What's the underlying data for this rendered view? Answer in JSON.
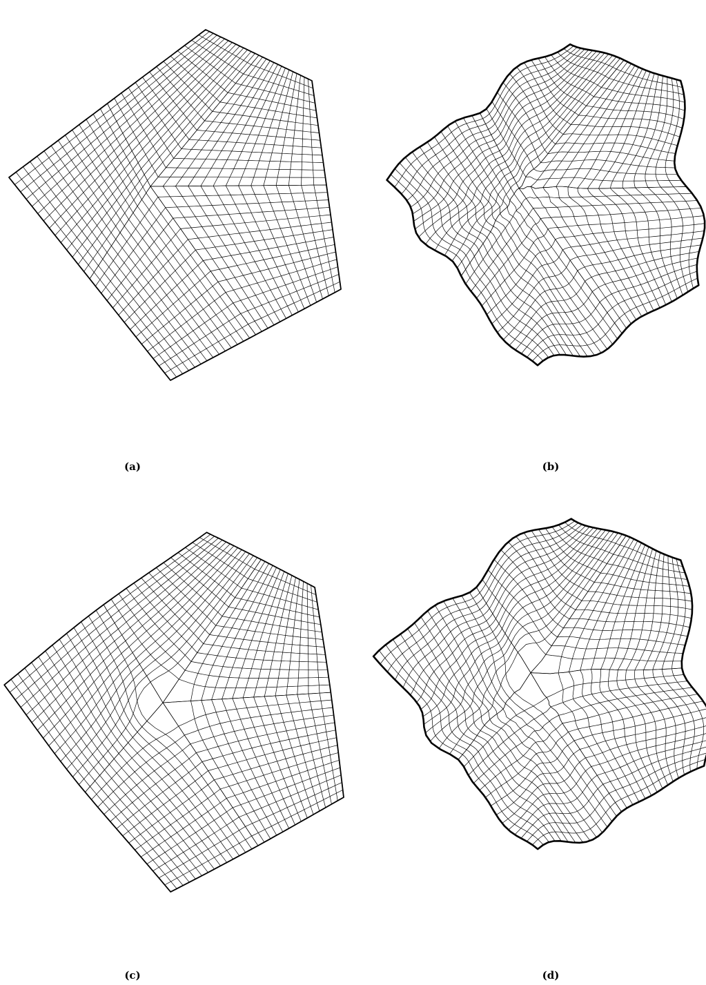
{
  "figure": {
    "panels": [
      {
        "id": "a",
        "caption": "(a)",
        "type": "polygon-mesh",
        "variant": "straight",
        "boundary_color": "#000000"
      },
      {
        "id": "b",
        "caption": "(b)",
        "type": "wavy-mesh",
        "variant": "straight",
        "boundary_color": "#000000"
      },
      {
        "id": "c",
        "caption": "(c)",
        "type": "polygon-mesh",
        "variant": "smooth",
        "boundary_color": "#000000"
      },
      {
        "id": "d",
        "caption": "(d)",
        "type": "wavy-mesh",
        "variant": "smooth",
        "boundary_color": "#000000"
      }
    ]
  }
}
